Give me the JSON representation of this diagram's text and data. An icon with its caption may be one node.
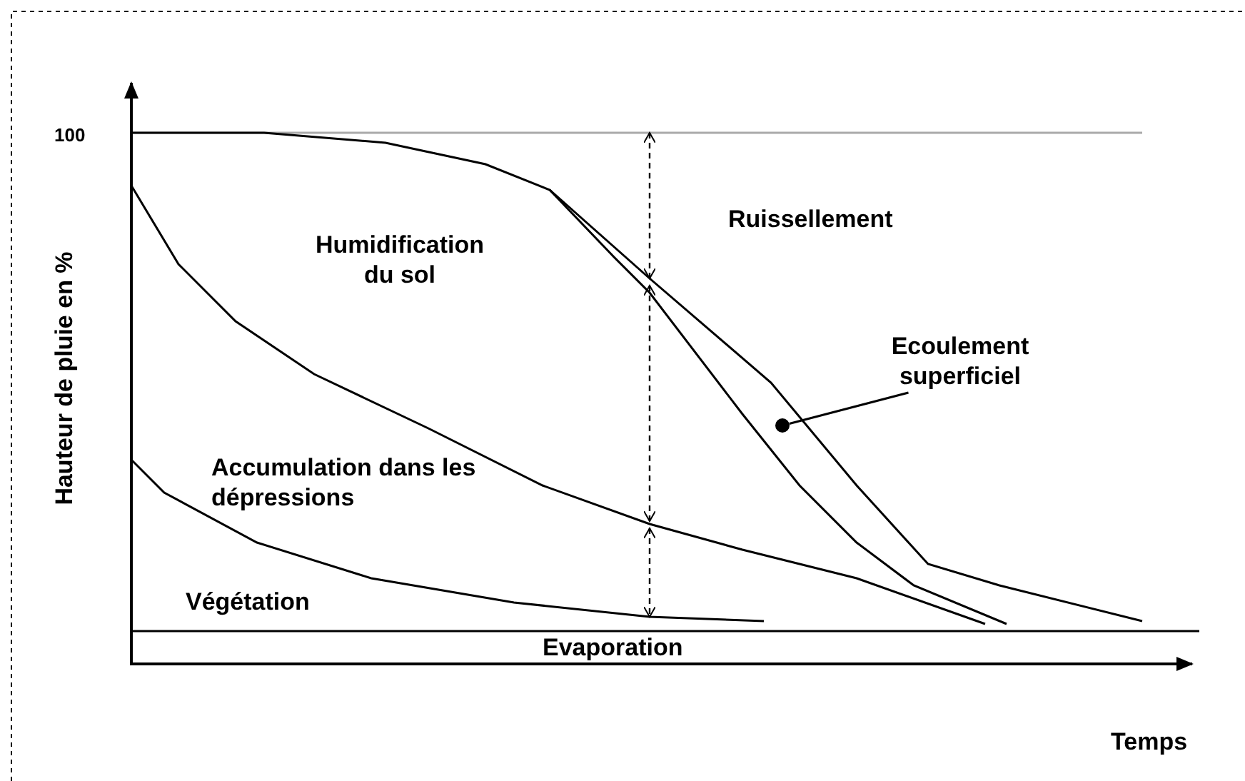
{
  "diagram": {
    "nodes": [
      {
        "text": [
          "Ecoulement superficiel"
        ]
      },
      {
        "text": [],
        "shape": "circle"
      }
    ],
    "edges": [
      {
        "from": 0,
        "to": 1,
        "arrow": "none"
      }
    ],
    "labels": [
      "100",
      "Hauteur de pluie en %",
      "Humidification du sol",
      "Ruissellement",
      "Accumulation dans les dépressions",
      "Végétation",
      "Evaporation",
      "Temps"
    ]
  }
}
